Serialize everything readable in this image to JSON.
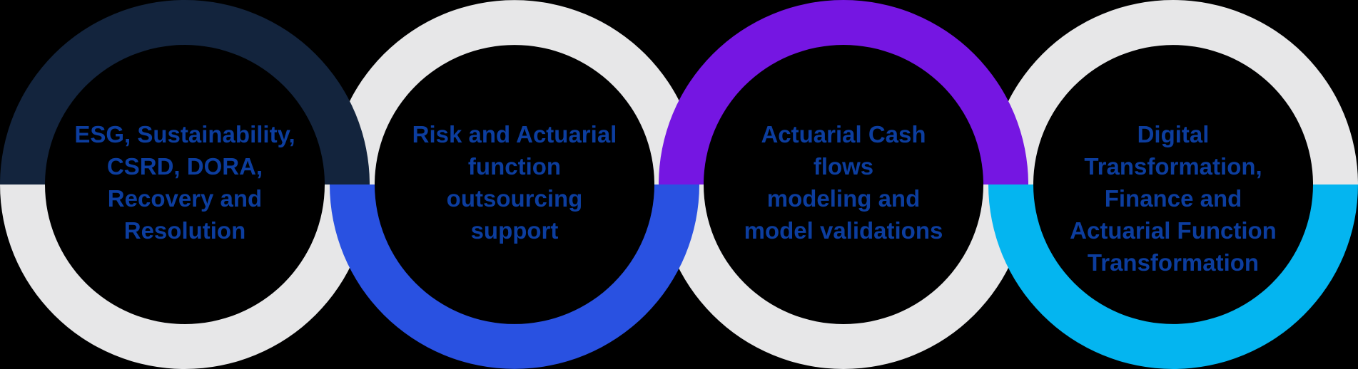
{
  "background": "#000000",
  "diagram": {
    "text_color": "#0c3d9e",
    "rings": [
      {
        "name": "esg-sustainability",
        "top_color": "#13243d",
        "bottom_color": "#e7e7e8",
        "lines": [
          "ESG, Sustainability,",
          "CSRD, DORA,",
          "Recovery and",
          "Resolution"
        ]
      },
      {
        "name": "risk-actuarial-outsourcing",
        "top_color": "#e7e7e8",
        "bottom_color": "#2951e1",
        "lines": [
          "Risk and Actuarial",
          "function",
          "outsourcing",
          "support"
        ]
      },
      {
        "name": "actuarial-cashflows-modeling",
        "top_color": "#7516e2",
        "bottom_color": "#e7e7e8",
        "lines": [
          "Actuarial Cash",
          "flows",
          "modeling and",
          "model validations"
        ]
      },
      {
        "name": "digital-transformation",
        "top_color": "#e7e7e8",
        "bottom_color": "#04b5f0",
        "lines": [
          "Digital",
          "Transformation,",
          "Finance and",
          "Actuarial Function",
          "Transformation"
        ]
      }
    ]
  }
}
